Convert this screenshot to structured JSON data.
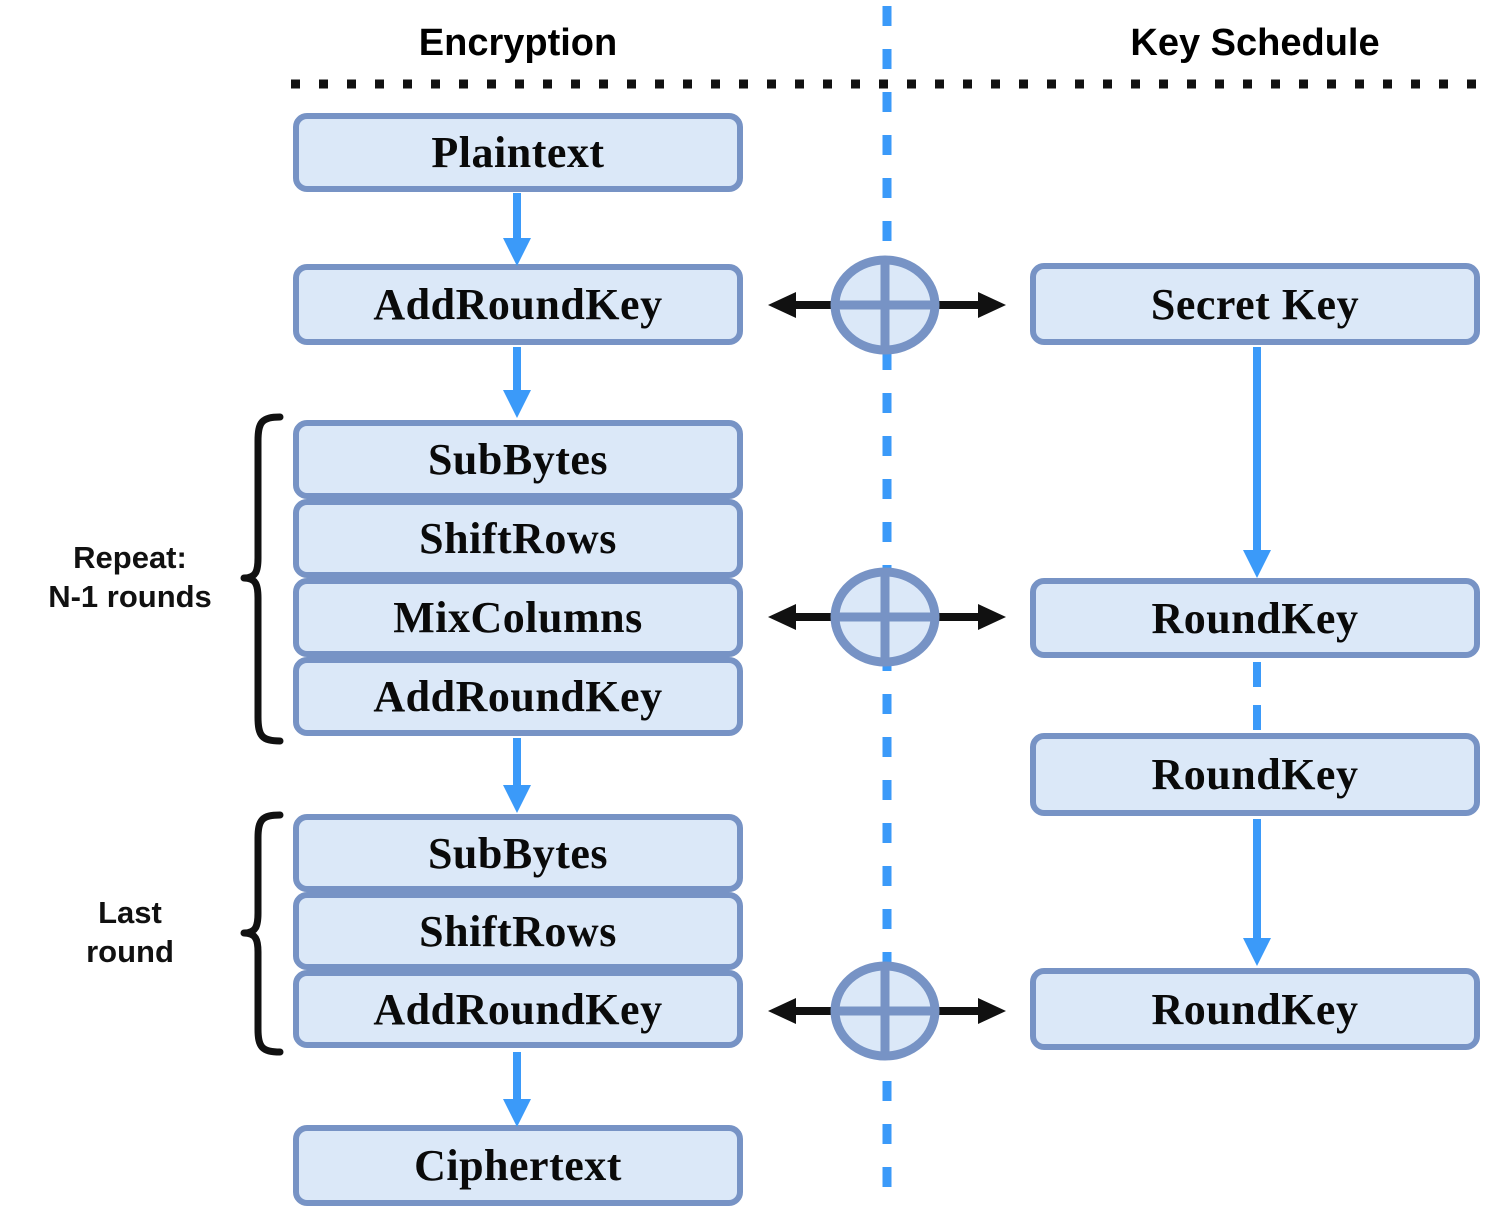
{
  "diagram": {
    "headers": {
      "left": "Encryption",
      "right": "Key Schedule"
    },
    "encryption": {
      "plaintext": "Plaintext",
      "initial_add_round_key": "AddRoundKey",
      "repeat_group": {
        "annotation_line1": "Repeat:",
        "annotation_line2": "N-1 rounds",
        "steps": [
          "SubBytes",
          "ShiftRows",
          "MixColumns",
          "AddRoundKey"
        ]
      },
      "last_round_group": {
        "annotation_line1": "Last",
        "annotation_line2": "round",
        "steps": [
          "SubBytes",
          "ShiftRows",
          "AddRoundKey"
        ]
      },
      "ciphertext": "Ciphertext"
    },
    "key_schedule": {
      "secret_key": "Secret Key",
      "round_keys": [
        "RoundKey",
        "RoundKey",
        "RoundKey"
      ]
    },
    "icons": {
      "xor": "⊕",
      "double_arrow": "↔",
      "flow_arrow": "↓",
      "brace": "{"
    },
    "colors": {
      "node_fill": "#dbe8f8",
      "node_border": "#7793c5",
      "flow_blue": "#3b9af9",
      "line_black": "#111111",
      "text_black": "#000000",
      "background": "#ffffff"
    }
  }
}
